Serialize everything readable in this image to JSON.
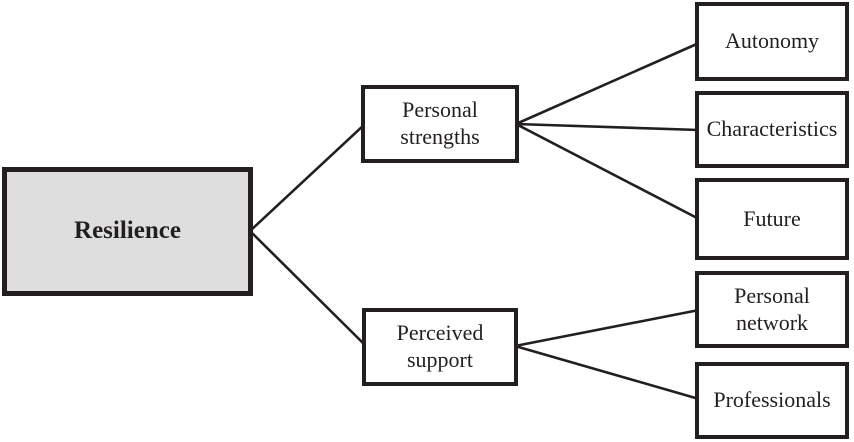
{
  "diagram": {
    "type": "tree",
    "direction": "left-to-right",
    "root": {
      "label": "Resilience"
    },
    "branches": [
      {
        "label": "Personal strengths",
        "children": [
          {
            "label": "Autonomy"
          },
          {
            "label": "Characteristics"
          },
          {
            "label": "Future"
          }
        ]
      },
      {
        "label": "Perceived support",
        "children": [
          {
            "label": "Personal network"
          },
          {
            "label": "Professionals"
          }
        ]
      }
    ]
  },
  "colors": {
    "root_fill": "#dedede",
    "node_fill": "#ffffff",
    "border": "#231f20",
    "text": "#231f20",
    "line": "#231f20",
    "background": "#ffffff"
  }
}
